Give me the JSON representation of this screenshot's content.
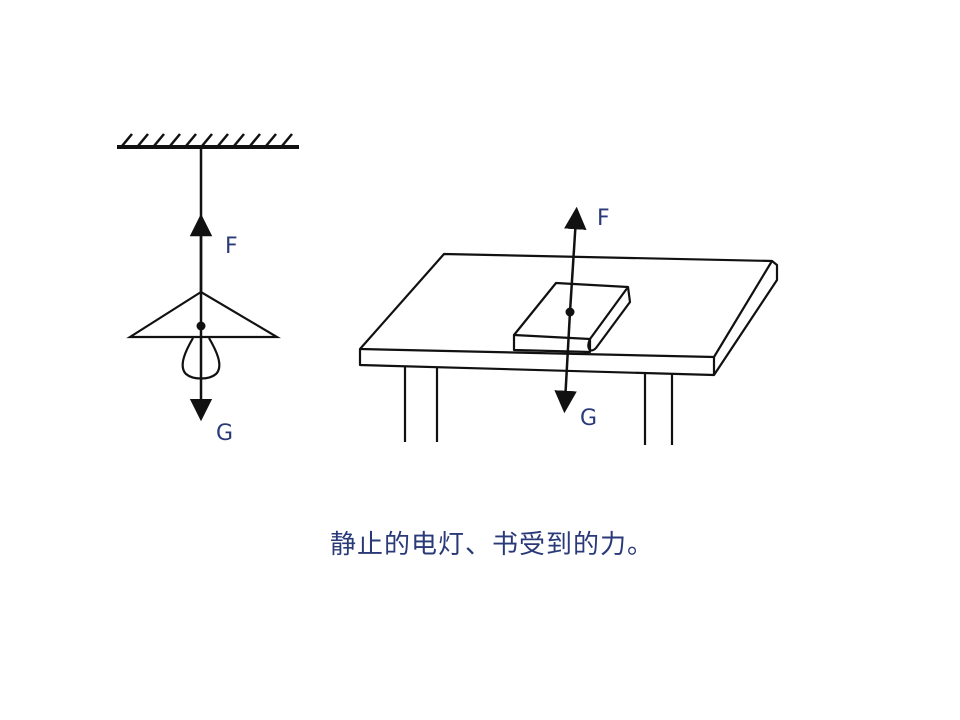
{
  "lamp_scene": {
    "force_up_label": "F",
    "force_down_label": "G"
  },
  "book_scene": {
    "force_up_label": "F",
    "force_down_label": "G"
  },
  "caption": "静止的电灯、书受到的力。",
  "colors": {
    "line": "#111111",
    "label": "#2a3a78"
  }
}
